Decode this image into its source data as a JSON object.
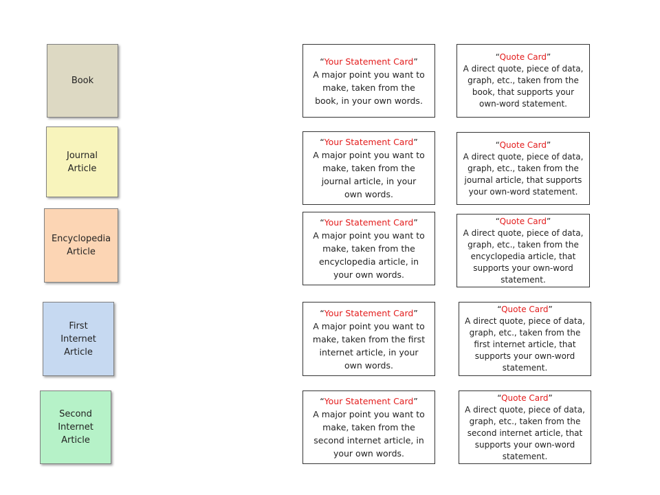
{
  "sources": [
    {
      "label": "Book",
      "color": "#ddd9c3"
    },
    {
      "label": "Journal\nArticle",
      "color": "#f8f4bc"
    },
    {
      "label": "Encyclopedia\nArticle",
      "color": "#fcd5b4"
    },
    {
      "label": "First\nInternet\nArticle",
      "color": "#c6d9f1"
    },
    {
      "label": "Second\nInternet\nArticle",
      "color": "#b6f2c8"
    }
  ],
  "statement_cards": [
    {
      "open_quote": "“",
      "title": "Your Statement Card",
      "close_quote": "”",
      "body": "A major point you want to\nmake, taken from the\nbook, in your own words."
    },
    {
      "open_quote": "“",
      "title": "Your Statement Card",
      "close_quote": "”",
      "body": "A major point you want to\nmake, taken from the\njournal article, in your\nown words."
    },
    {
      "open_quote": "“",
      "title": "Your Statement Card",
      "close_quote": "”",
      "body": "A major point you want to\nmake, taken from the\nencyclopedia article, in\nyour own words."
    },
    {
      "open_quote": "“",
      "title": "Your Statement Card",
      "close_quote": "”",
      "body": "A major point you want to\nmake, taken from the first\ninternet article, in your\nown words."
    },
    {
      "open_quote": "“",
      "title": "Your Statement Card",
      "close_quote": "”",
      "body": "A major point you want to\nmake, taken from the\nsecond internet article, in\nyour own words."
    }
  ],
  "quote_cards": [
    {
      "open_quote": "“",
      "title": "Quote Card",
      "close_quote": "”",
      "body": "A direct quote, piece of data,\ngraph, etc., taken from the\nbook, that supports your\nown-word statement."
    },
    {
      "open_quote": "“",
      "title": "Quote Card",
      "close_quote": "”",
      "body": "A direct quote, piece of data,\ngraph, etc., taken from the\njournal article, that supports\nyour own-word statement."
    },
    {
      "open_quote": "“",
      "title": "Quote Card",
      "close_quote": "”",
      "body": "A direct quote, piece of data,\ngraph, etc., taken from the\nencyclopedia article, that\nsupports your own-word\nstatement."
    },
    {
      "open_quote": "“",
      "title": "Quote Card",
      "close_quote": "”",
      "body": "A direct quote, piece of data,\ngraph, etc., taken from the\nfirst internet article, that\nsupports your own-word\nstatement."
    },
    {
      "open_quote": "“",
      "title": "Quote Card",
      "close_quote": "”",
      "body": "A direct quote, piece of data,\ngraph, etc., taken from the\nsecond internet article, that\nsupports your own-word\nstatement."
    }
  ]
}
